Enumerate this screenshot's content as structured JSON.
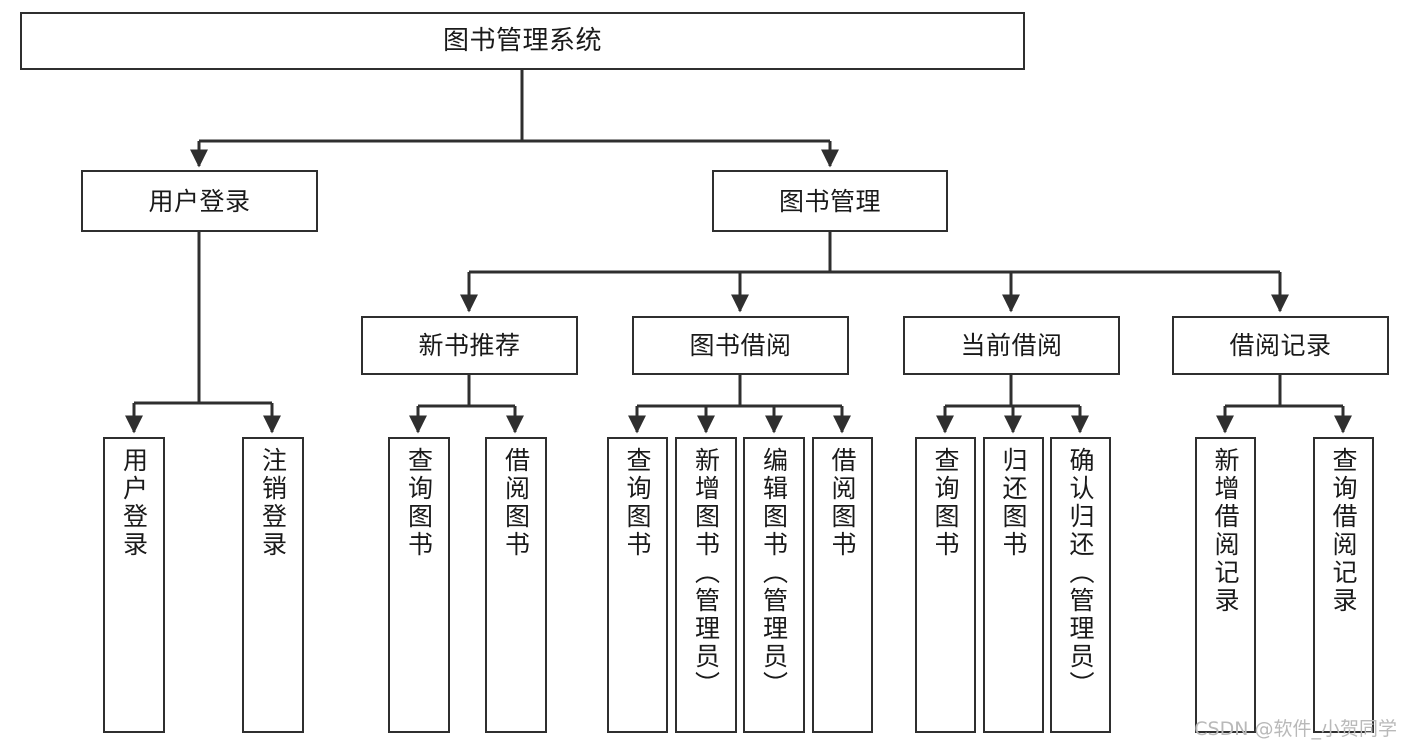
{
  "diagram": {
    "type": "tree-hierarchy",
    "title": "图书管理系统",
    "watermark": "CSDN @软件_小贺同学",
    "colors": {
      "box_border": "#2f2f2f",
      "box_fill": "#ffffff",
      "edge": "#2f2f2f",
      "text": "#1a1a1a",
      "watermark": "#b9b9b9",
      "background": "#ffffff"
    },
    "root": {
      "id": "root",
      "label": "图书管理系统"
    },
    "level2": [
      {
        "id": "l2-0",
        "label": "用户登录"
      },
      {
        "id": "l2-1",
        "label": "图书管理"
      }
    ],
    "level3": [
      {
        "id": "l3-0",
        "label": "新书推荐"
      },
      {
        "id": "l3-1",
        "label": "图书借阅"
      },
      {
        "id": "l3-2",
        "label": "当前借阅"
      },
      {
        "id": "l3-3",
        "label": "借阅记录"
      }
    ],
    "leaves": [
      {
        "id": "leaf-0",
        "label": "用户登录",
        "parent": "用户登录"
      },
      {
        "id": "leaf-1",
        "label": "注销登录",
        "parent": "用户登录"
      },
      {
        "id": "leaf-2",
        "label": "查询图书",
        "parent": "新书推荐"
      },
      {
        "id": "leaf-3",
        "label": "借阅图书",
        "parent": "新书推荐"
      },
      {
        "id": "leaf-4",
        "label": "查询图书",
        "parent": "图书借阅"
      },
      {
        "id": "leaf-5",
        "label": "新增图书（管理员）",
        "parent": "图书借阅"
      },
      {
        "id": "leaf-6",
        "label": "编辑图书（管理员）",
        "parent": "图书借阅"
      },
      {
        "id": "leaf-7",
        "label": "借阅图书",
        "parent": "图书借阅"
      },
      {
        "id": "leaf-8",
        "label": "查询图书",
        "parent": "当前借阅"
      },
      {
        "id": "leaf-9",
        "label": "归还图书",
        "parent": "当前借阅"
      },
      {
        "id": "leaf-10",
        "label": "确认归还（管理员）",
        "parent": "当前借阅"
      },
      {
        "id": "leaf-11",
        "label": "新增借阅记录",
        "parent": "借阅记录"
      },
      {
        "id": "leaf-12",
        "label": "查询借阅记录",
        "parent": "借阅记录"
      }
    ]
  }
}
